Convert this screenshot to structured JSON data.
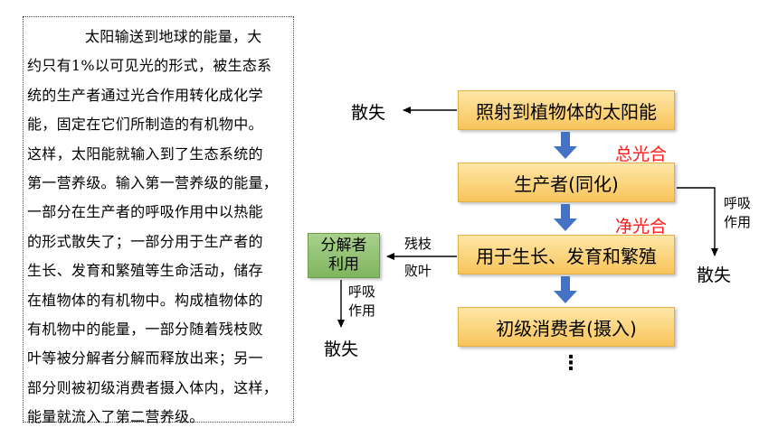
{
  "passage": {
    "lines": [
      "太阳输送到地球的能量，大",
      "约只有1%以可见光的形式，被生态系",
      "统的生产者通过光合作用转化成化学",
      "能，固定在它们所制造的有机物中。",
      "这样，太阳能就输入到了生态系统的",
      "第一营养级。输入第一营养级的能量，",
      "一部分在生产者的呼吸作用中以热能",
      "的形式散失了；一部分用于生产者的",
      "生长、发育和繁殖等生命活动，储存",
      "在植物体的有机物中。构成植物体的",
      "有机物中的能量，一部分随着残枝败",
      "叶等被分解者分解而释放出来；另一",
      "部分则被初级消费者摄入体内，这样，",
      "能量就流入了第二营养级。"
    ]
  },
  "diagram": {
    "box_sun": "照射到植物体的太阳能",
    "box_producer": "生产者(同化)",
    "box_growth": "用于生长、发育和繁殖",
    "box_consumer": "初级消费者(摄入)",
    "box_decomposer_line1": "分解者",
    "box_decomposer_line2": "利用",
    "label_lost_top": "散失",
    "label_gross": "总光合",
    "label_net": "净光合",
    "label_resp_right_1": "呼吸",
    "label_resp_right_2": "作用",
    "label_lost_right": "散失",
    "label_litter_1": "残枝",
    "label_litter_2": "败叶",
    "label_resp_left_1": "呼吸",
    "label_resp_left_2": "作用",
    "label_lost_left": "散失",
    "ellipsis": "⋮"
  },
  "colors": {
    "box_fill": "#f8c45a",
    "green_fill": "#8fbf6a",
    "arrow_blue": "#4472c4",
    "red_label": "#ff1a1a"
  }
}
